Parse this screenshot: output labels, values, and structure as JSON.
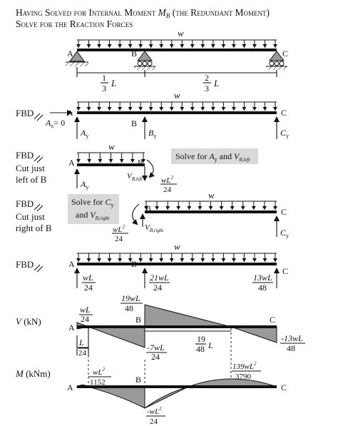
{
  "title": {
    "line1_prefix": "Having Solved for Internal Moment",
    "line1_sym": "M",
    "line1_sub": "B",
    "line1_suffix": "(the Redundant Moment)",
    "line2": "Solve for the Reaction Forces"
  },
  "load_label": "w",
  "points": {
    "a": "A",
    "b": "B",
    "c": "C"
  },
  "spans": {
    "left_num": "1",
    "left_den": "3",
    "left_L": "L",
    "right_num": "2",
    "right_den": "3",
    "right_L": "L"
  },
  "fbd_label": "FBD",
  "ax_label": "A",
  "ax_sub": "x",
  "ax_eq": "= 0",
  "reactions": {
    "ay": "A",
    "ay_sub": "y",
    "by": "B",
    "by_sub": "y",
    "cy": "C",
    "cy_sub": "y"
  },
  "cut_left": {
    "line1": "Cut just",
    "line2": "left of B"
  },
  "cut_right": {
    "line1": "Cut just",
    "line2": "right of B"
  },
  "solve_left": {
    "prefix": "Solve for",
    "a": "A",
    "a_sub": "y",
    "and": "and",
    "v": "V",
    "v_sub": "B,left"
  },
  "solve_right": {
    "prefix": "Solve for",
    "c": "C",
    "c_sub": "y",
    "and": "and",
    "v": "V",
    "v_sub": "B,right"
  },
  "v_left_label": "V",
  "v_left_sub": "B,left",
  "v_right_label": "V",
  "v_right_sub": "B,right",
  "moment_num": "wL",
  "moment_exp": "2",
  "moment_den": "24",
  "final": {
    "a_num": "wL",
    "a_den": "24",
    "b_num": "21wL",
    "b_den": "24",
    "c_num": "13wL",
    "c_den": "48"
  },
  "shear": {
    "label": "V",
    "unit": "(kN)",
    "a_num": "wL",
    "a_den": "24",
    "b_top_num": "19wL",
    "b_top_den": "48",
    "b_bot_num": "-7wL",
    "b_bot_den": "24",
    "c_num": "-13wL",
    "c_den": "48",
    "zero1_num": "L",
    "zero1_den": "24",
    "zero2_num": "19",
    "zero2_den": "48",
    "zero2_L": "L"
  },
  "moment_diag": {
    "label": "M",
    "unit": "(kNm)",
    "pos_num": "wL",
    "pos_exp": "2",
    "pos_den": "1152",
    "neg_num": "-wL",
    "neg_exp": "2",
    "neg_den": "24",
    "max_num": "139wL",
    "max_exp": "2",
    "max_den": "3790"
  }
}
